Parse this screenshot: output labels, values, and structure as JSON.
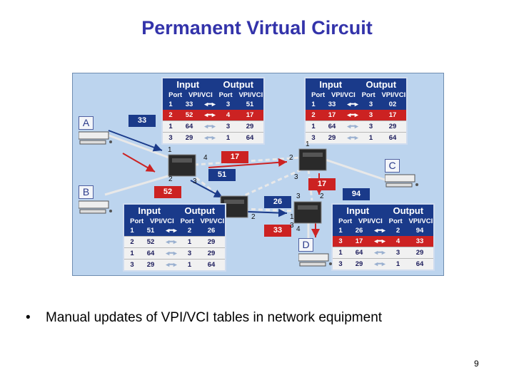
{
  "title": "Permanent Virtual Circuit",
  "table_header": {
    "input": "Input",
    "output": "Output",
    "port": "Port",
    "vpivci": "VPI/VCI"
  },
  "tables": [
    {
      "rows": [
        {
          "in_port": "1",
          "in_vc": "33",
          "out_port": "3",
          "out_vc": "51"
        },
        {
          "in_port": "2",
          "in_vc": "52",
          "out_port": "4",
          "out_vc": "17"
        },
        {
          "in_port": "1",
          "in_vc": "64",
          "out_port": "3",
          "out_vc": "29"
        },
        {
          "in_port": "3",
          "in_vc": "29",
          "out_port": "1",
          "out_vc": "64"
        }
      ]
    },
    {
      "rows": [
        {
          "in_port": "1",
          "in_vc": "33",
          "out_port": "3",
          "out_vc": "02"
        },
        {
          "in_port": "2",
          "in_vc": "17",
          "out_port": "3",
          "out_vc": "17"
        },
        {
          "in_port": "1",
          "in_vc": "64",
          "out_port": "3",
          "out_vc": "29"
        },
        {
          "in_port": "3",
          "in_vc": "29",
          "out_port": "1",
          "out_vc": "64"
        }
      ]
    },
    {
      "rows": [
        {
          "in_port": "1",
          "in_vc": "51",
          "out_port": "2",
          "out_vc": "26"
        },
        {
          "in_port": "2",
          "in_vc": "52",
          "out_port": "1",
          "out_vc": "29"
        },
        {
          "in_port": "1",
          "in_vc": "64",
          "out_port": "3",
          "out_vc": "29"
        },
        {
          "in_port": "3",
          "in_vc": "29",
          "out_port": "1",
          "out_vc": "64"
        }
      ]
    },
    {
      "rows": [
        {
          "in_port": "1",
          "in_vc": "26",
          "out_port": "2",
          "out_vc": "94"
        },
        {
          "in_port": "3",
          "in_vc": "17",
          "out_port": "4",
          "out_vc": "33"
        },
        {
          "in_port": "1",
          "in_vc": "64",
          "out_port": "3",
          "out_vc": "29"
        },
        {
          "in_port": "3",
          "in_vc": "29",
          "out_port": "1",
          "out_vc": "64"
        }
      ]
    }
  ],
  "hosts": {
    "a": "A",
    "b": "B",
    "c": "C",
    "d": "D"
  },
  "vc_tags": {
    "t33a": "33",
    "t52": "52",
    "t17a": "17",
    "t51": "51",
    "t17b": "17",
    "t26": "26",
    "t94": "94",
    "t33b": "33"
  },
  "port_labels": {
    "p1": "1",
    "p2": "2",
    "p3": "3",
    "p4": "4",
    "p5": "2",
    "p6": "1",
    "p7": "3",
    "p8": "3",
    "p9": "2",
    "p10": "2",
    "p11": "1",
    "p12": "3",
    "p13": "4"
  },
  "bullet": "Manual updates of VPI/VCI tables in network equipment",
  "page_number": "9",
  "colors": {
    "title": "#3333aa",
    "table_blue": "#1a3a8a",
    "vc_red": "#cc2222",
    "panel": "#bcd4ee"
  }
}
